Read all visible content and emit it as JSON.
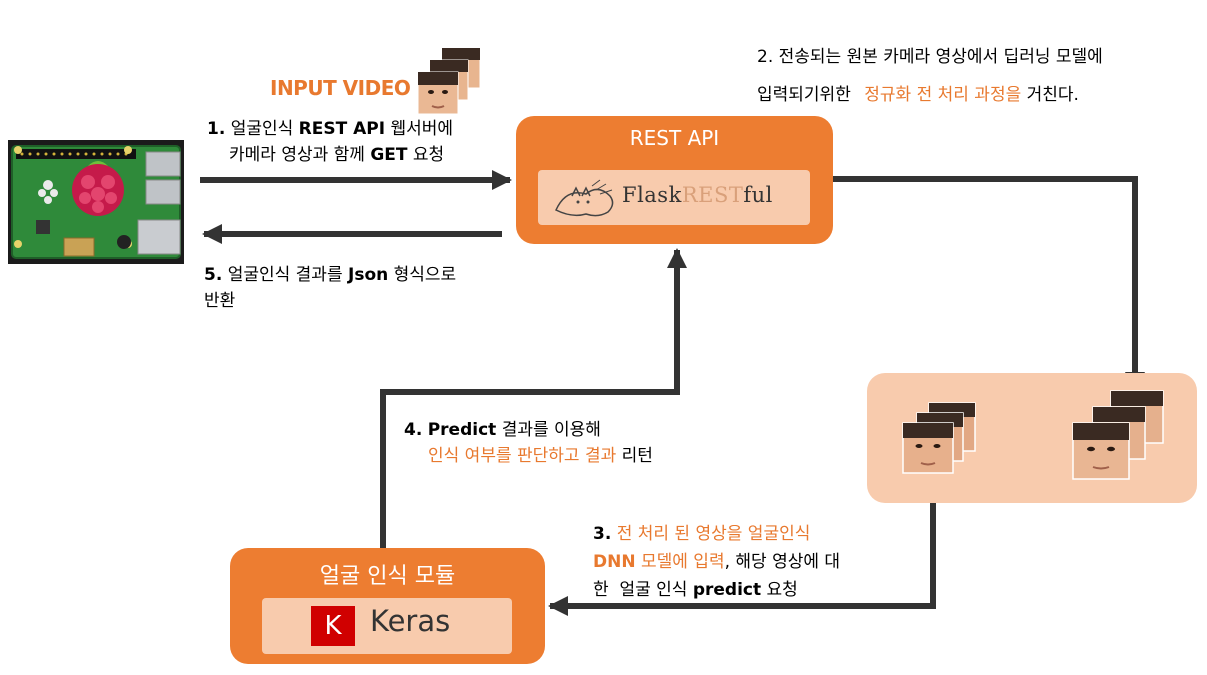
{
  "input_video_label": "INPUT VIDEO",
  "step1": {
    "line1": {
      "number": "1.",
      "pre": "얼굴인식",
      "bold": "REST API",
      "post": "웹서버에"
    },
    "line2": {
      "pre": "카메라 영상과 함께",
      "bold": "GET",
      "post": "요청"
    }
  },
  "step2": {
    "line1": "2. 전송되는 원본 카메라 영상에서 딥러닝 모델에",
    "line2_pre": "입력되기위한",
    "line2_highlight": "정규화 전 처리 과정을",
    "line2_post": "거친다."
  },
  "step3": {
    "number": "3.",
    "line1_highlight": "전 처리 된 영상을 얼굴인식",
    "line2_highlight_bold": "DNN",
    "line2_highlight": "모델에 입력",
    "line2_post": ", 해당 영상에 대",
    "line3_pre": "한  얼굴 인식",
    "line3_bold": "predict",
    "line3_post": "요청"
  },
  "step4": {
    "number": "4.",
    "line1_bold": "Predict",
    "line1_post": "결과를 이용해",
    "line2_highlight": "인식 여부를 판단하고 결과",
    "line2_post": "리턴"
  },
  "step5": {
    "number": "5.",
    "line1_pre": "얼굴인식 결과를",
    "line1_bold": "Json",
    "line1_post": "형식으로",
    "line2": "반환"
  },
  "rest_api": {
    "title": "REST API",
    "logo_text_a": "Flask",
    "logo_text_b": "REST",
    "logo_text_c": "ful"
  },
  "face_module": {
    "title": "얼굴 인식 모듈",
    "logo_letter": "K",
    "logo_text": "Keras"
  },
  "colors": {
    "orange": "#ed7d31",
    "light_orange": "#f8cbad",
    "highlight_text": "#e8792f",
    "arrow": "#333333",
    "rpi_board": "#2f8a3a",
    "rpi_logo": "#c51a4a"
  },
  "icons": [
    "raspberry-pi-board-icon",
    "face-frames-icon",
    "flask-cat-icon",
    "keras-logo-icon"
  ]
}
